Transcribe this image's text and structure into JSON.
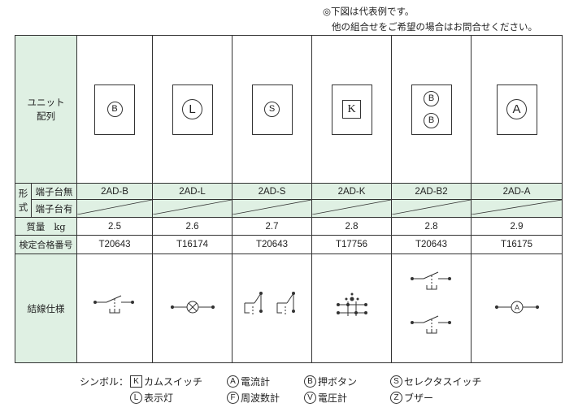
{
  "notes": {
    "line1": "◎下図は代表例です。",
    "line2": "他の組合せをご希望の場合はお問合せください。"
  },
  "row_labels": {
    "unit_layout": "ユニット\n配列",
    "form": "形式",
    "form_chars": [
      "形",
      "式"
    ],
    "terminal_none": "端子台無",
    "terminal_yes": "端子台有",
    "mass_label": "質量",
    "mass_unit": "kg",
    "cert_number": "検定合格番号",
    "wiring_spec": "結線仕様"
  },
  "columns": [
    {
      "units": [
        "B"
      ],
      "unit_style": "circle",
      "model": "2AD-B",
      "mass": "2.5",
      "cert": "T20643",
      "wiring": "switch"
    },
    {
      "units": [
        "L"
      ],
      "unit_style": "circle-large",
      "model": "2AD-L",
      "mass": "2.6",
      "cert": "T16174",
      "wiring": "lamp"
    },
    {
      "units": [
        "S"
      ],
      "unit_style": "circle",
      "model": "2AD-S",
      "mass": "2.7",
      "cert": "T20643",
      "wiring": "selector"
    },
    {
      "units": [
        "K"
      ],
      "unit_style": "square",
      "model": "2AD-K",
      "mass": "2.8",
      "cert": "T17756",
      "wiring": "cam"
    },
    {
      "units": [
        "B",
        "B"
      ],
      "unit_style": "circle",
      "model": "2AD-B2",
      "mass": "2.8",
      "cert": "T20643",
      "wiring": "switch2"
    },
    {
      "units": [
        "A"
      ],
      "unit_style": "circle-large",
      "model": "2AD-A",
      "mass": "2.9",
      "cert": "T16175",
      "wiring": "ammeter"
    }
  ],
  "legend": {
    "title": "シンボル：",
    "items": [
      {
        "symbol": "K",
        "shape": "square",
        "label": "カムスイッチ"
      },
      {
        "symbol": "A",
        "shape": "circle",
        "label": "電流計"
      },
      {
        "symbol": "B",
        "shape": "circle",
        "label": "押ボタン"
      },
      {
        "symbol": "S",
        "shape": "circle",
        "label": "セレクタスイッチ"
      },
      {
        "symbol": "L",
        "shape": "circle",
        "label": "表示灯"
      },
      {
        "symbol": "F",
        "shape": "circle",
        "label": "周波数計"
      },
      {
        "symbol": "V",
        "shape": "circle",
        "label": "電圧計"
      },
      {
        "symbol": "Z",
        "shape": "circle",
        "label": "ブザー"
      }
    ]
  },
  "colors": {
    "header_bg": "#dff0e3",
    "line": "#333333"
  }
}
